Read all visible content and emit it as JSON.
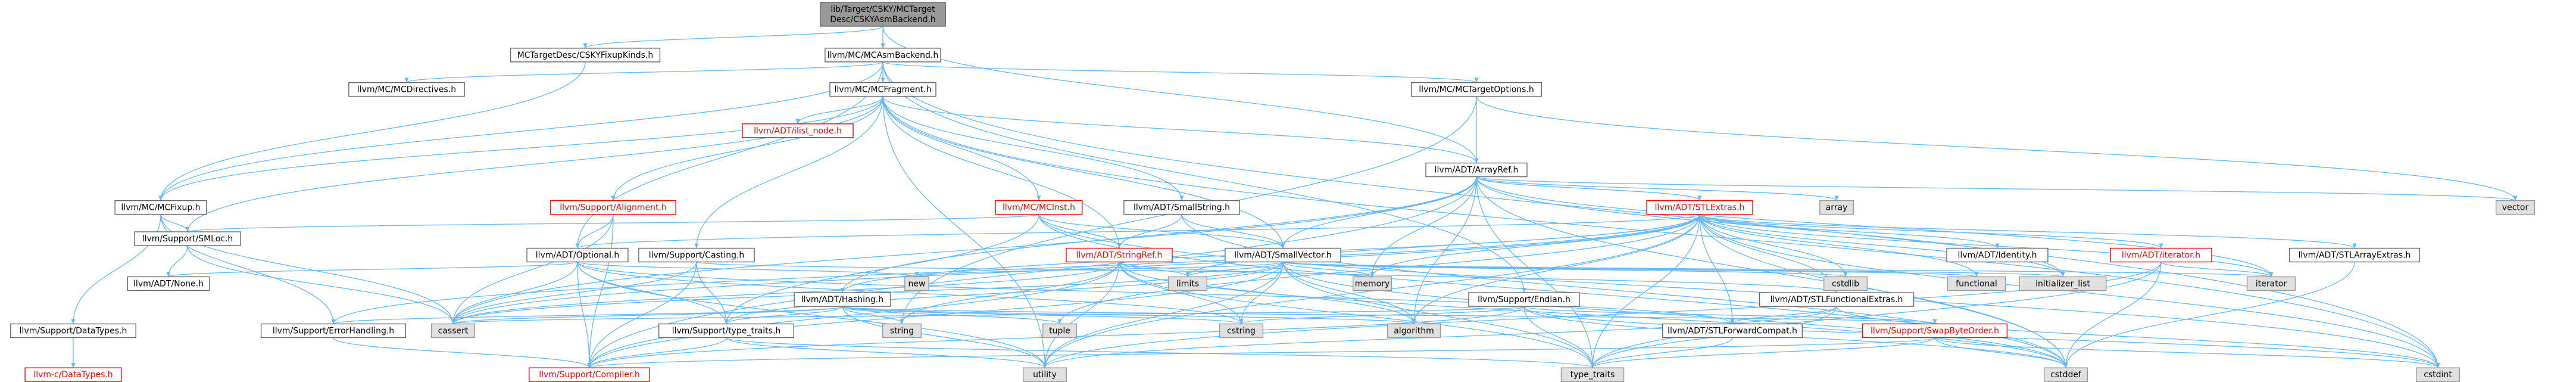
{
  "colors": {
    "root_fill": "#999999",
    "node_fill": "#ffffff",
    "node_stroke": "#666666",
    "std_fill": "#e0e0e0",
    "std_stroke": "#999999",
    "missing_stroke": "#ff0000",
    "edge": "#63b8ff"
  },
  "nodes": [
    {
      "id": "root",
      "lines": [
        "lib/Target/CSKY/MCTarget",
        "Desc/CSKYAsmBackend.h"
      ],
      "kind": "root"
    },
    {
      "id": "fixupkinds",
      "lines": [
        "MCTargetDesc/CSKYFixupKinds.h"
      ],
      "kind": "file"
    },
    {
      "id": "asmbackend",
      "lines": [
        "llvm/MC/MCAsmBackend.h"
      ],
      "kind": "file"
    },
    {
      "id": "mcdirectives",
      "lines": [
        "llvm/MC/MCDirectives.h"
      ],
      "kind": "file"
    },
    {
      "id": "mcfragment",
      "lines": [
        "llvm/MC/MCFragment.h"
      ],
      "kind": "file"
    },
    {
      "id": "targetoptions",
      "lines": [
        "llvm/MC/MCTargetOptions.h"
      ],
      "kind": "file"
    },
    {
      "id": "ilistnode",
      "lines": [
        "llvm/ADT/ilist_node.h"
      ],
      "kind": "missing"
    },
    {
      "id": "arrayref",
      "lines": [
        "llvm/ADT/ArrayRef.h"
      ],
      "kind": "file"
    },
    {
      "id": "mcfixup",
      "lines": [
        "llvm/MC/MCFixup.h"
      ],
      "kind": "file"
    },
    {
      "id": "alignment",
      "lines": [
        "llvm/Support/Alignment.h"
      ],
      "kind": "missing"
    },
    {
      "id": "mcinst",
      "lines": [
        "llvm/MC/MCInst.h"
      ],
      "kind": "missing"
    },
    {
      "id": "smallstring",
      "lines": [
        "llvm/ADT/SmallString.h"
      ],
      "kind": "file"
    },
    {
      "id": "stlextras",
      "lines": [
        "llvm/ADT/STLExtras.h"
      ],
      "kind": "missing"
    },
    {
      "id": "array",
      "lines": [
        "array"
      ],
      "kind": "std"
    },
    {
      "id": "vector",
      "lines": [
        "vector"
      ],
      "kind": "std"
    },
    {
      "id": "smloc",
      "lines": [
        "llvm/Support/SMLoc.h"
      ],
      "kind": "file"
    },
    {
      "id": "optional",
      "lines": [
        "llvm/ADT/Optional.h"
      ],
      "kind": "file"
    },
    {
      "id": "casting",
      "lines": [
        "llvm/Support/Casting.h"
      ],
      "kind": "file"
    },
    {
      "id": "stringref",
      "lines": [
        "llvm/ADT/StringRef.h"
      ],
      "kind": "missing"
    },
    {
      "id": "smallvector",
      "lines": [
        "llvm/ADT/SmallVector.h"
      ],
      "kind": "file"
    },
    {
      "id": "adtiterator",
      "lines": [
        "llvm/ADT/iterator.h"
      ],
      "kind": "missing"
    },
    {
      "id": "identity",
      "lines": [
        "llvm/ADT/Identity.h"
      ],
      "kind": "file"
    },
    {
      "id": "stlarrayextras",
      "lines": [
        "llvm/ADT/STLArrayExtras.h"
      ],
      "kind": "file"
    },
    {
      "id": "adtnone",
      "lines": [
        "llvm/ADT/None.h"
      ],
      "kind": "file"
    },
    {
      "id": "hashing",
      "lines": [
        "llvm/ADT/Hashing.h"
      ],
      "kind": "file"
    },
    {
      "id": "new",
      "lines": [
        "new"
      ],
      "kind": "std"
    },
    {
      "id": "limits",
      "lines": [
        "limits"
      ],
      "kind": "std"
    },
    {
      "id": "memory",
      "lines": [
        "memory"
      ],
      "kind": "std"
    },
    {
      "id": "cstdlib",
      "lines": [
        "cstdlib"
      ],
      "kind": "std"
    },
    {
      "id": "functional",
      "lines": [
        "functional"
      ],
      "kind": "std"
    },
    {
      "id": "initlist",
      "lines": [
        "initializer_list"
      ],
      "kind": "std"
    },
    {
      "id": "iteratorstd",
      "lines": [
        "iterator"
      ],
      "kind": "std"
    },
    {
      "id": "endian",
      "lines": [
        "llvm/Support/Endian.h"
      ],
      "kind": "file"
    },
    {
      "id": "stlfunctional",
      "lines": [
        "llvm/ADT/STLFunctionalExtras.h"
      ],
      "kind": "file"
    },
    {
      "id": "datatypes",
      "lines": [
        "llvm/Support/DataTypes.h"
      ],
      "kind": "file"
    },
    {
      "id": "errorhandling",
      "lines": [
        "llvm/Support/ErrorHandling.h"
      ],
      "kind": "file"
    },
    {
      "id": "cassert",
      "lines": [
        "cassert"
      ],
      "kind": "std"
    },
    {
      "id": "typetraits",
      "lines": [
        "llvm/Support/type_traits.h"
      ],
      "kind": "file"
    },
    {
      "id": "string",
      "lines": [
        "string"
      ],
      "kind": "std"
    },
    {
      "id": "tuple",
      "lines": [
        "tuple"
      ],
      "kind": "std"
    },
    {
      "id": "cstring",
      "lines": [
        "cstring"
      ],
      "kind": "std"
    },
    {
      "id": "algorithm",
      "lines": [
        "algorithm"
      ],
      "kind": "std"
    },
    {
      "id": "stlforward",
      "lines": [
        "llvm/ADT/STLForwardCompat.h"
      ],
      "kind": "file"
    },
    {
      "id": "swapbyte",
      "lines": [
        "llvm/Support/SwapByteOrder.h"
      ],
      "kind": "missing"
    },
    {
      "id": "cdatatypes",
      "lines": [
        "llvm-c/DataTypes.h"
      ],
      "kind": "missing"
    },
    {
      "id": "compiler",
      "lines": [
        "llvm/Support/Compiler.h"
      ],
      "kind": "missing"
    },
    {
      "id": "utility",
      "lines": [
        "utility"
      ],
      "kind": "std"
    },
    {
      "id": "typetraitsstd",
      "lines": [
        "type_traits"
      ],
      "kind": "std"
    },
    {
      "id": "cstddef",
      "lines": [
        "cstddef"
      ],
      "kind": "std"
    },
    {
      "id": "cstdint",
      "lines": [
        "cstdint"
      ],
      "kind": "std"
    }
  ],
  "edges": [
    [
      "root",
      "fixupkinds"
    ],
    [
      "root",
      "asmbackend"
    ],
    [
      "root",
      "arrayref"
    ],
    [
      "fixupkinds",
      "mcfixup"
    ],
    [
      "asmbackend",
      "mcdirectives"
    ],
    [
      "asmbackend",
      "mcfragment"
    ],
    [
      "asmbackend",
      "targetoptions"
    ],
    [
      "asmbackend",
      "mcfixup"
    ],
    [
      "asmbackend",
      "optional"
    ],
    [
      "asmbackend",
      "endian"
    ],
    [
      "asmbackend",
      "cstdint"
    ],
    [
      "mcfragment",
      "ilistnode"
    ],
    [
      "mcfragment",
      "arrayref"
    ],
    [
      "mcfragment",
      "smallstring"
    ],
    [
      "mcfragment",
      "smallvector"
    ],
    [
      "mcfragment",
      "stringref"
    ],
    [
      "mcfragment",
      "mcfixup"
    ],
    [
      "mcfragment",
      "mcinst"
    ],
    [
      "mcfragment",
      "alignment"
    ],
    [
      "mcfragment",
      "casting"
    ],
    [
      "mcfragment",
      "smloc"
    ],
    [
      "mcfragment",
      "cstdint"
    ],
    [
      "mcfragment",
      "utility"
    ],
    [
      "targetoptions",
      "arrayref"
    ],
    [
      "targetoptions",
      "string"
    ],
    [
      "targetoptions",
      "vector"
    ],
    [
      "arrayref",
      "hashing"
    ],
    [
      "arrayref",
      "smallvector"
    ],
    [
      "arrayref",
      "stlextras"
    ],
    [
      "arrayref",
      "compiler"
    ],
    [
      "arrayref",
      "algorithm"
    ],
    [
      "arrayref",
      "array"
    ],
    [
      "arrayref",
      "cassert"
    ],
    [
      "arrayref",
      "cstddef"
    ],
    [
      "arrayref",
      "initlist"
    ],
    [
      "arrayref",
      "iteratorstd"
    ],
    [
      "arrayref",
      "memory"
    ],
    [
      "arrayref",
      "typetraitsstd"
    ],
    [
      "arrayref",
      "vector"
    ],
    [
      "mcfixup",
      "datatypes"
    ],
    [
      "mcfixup",
      "errorhandling"
    ],
    [
      "mcfixup",
      "smloc"
    ],
    [
      "mcfixup",
      "cassert"
    ],
    [
      "alignment",
      "optional"
    ],
    [
      "alignment",
      "compiler"
    ],
    [
      "alignment",
      "cassert"
    ],
    [
      "mcinst",
      "smallvector"
    ],
    [
      "mcinst",
      "stringref"
    ],
    [
      "mcinst",
      "smloc"
    ],
    [
      "mcinst",
      "typetraits"
    ],
    [
      "mcinst",
      "cstddef"
    ],
    [
      "mcinst",
      "cstdint"
    ],
    [
      "smallstring",
      "smallvector"
    ],
    [
      "smallstring",
      "stringref"
    ],
    [
      "smallstring",
      "cstddef"
    ],
    [
      "stlextras",
      "hashing"
    ],
    [
      "stlextras",
      "stlforward"
    ],
    [
      "stlextras",
      "stlarrayextras"
    ],
    [
      "stlextras",
      "stlfunctional"
    ],
    [
      "stlextras",
      "adtiterator"
    ],
    [
      "stlextras",
      "identity"
    ],
    [
      "stlextras",
      "optional"
    ],
    [
      "stlextras",
      "errorhandling"
    ],
    [
      "stlextras",
      "algorithm"
    ],
    [
      "stlextras",
      "cassert"
    ],
    [
      "stlextras",
      "cstddef"
    ],
    [
      "stlextras",
      "cstdint"
    ],
    [
      "stlextras",
      "cstdlib"
    ],
    [
      "stlextras",
      "functional"
    ],
    [
      "stlextras",
      "initlist"
    ],
    [
      "stlextras",
      "iteratorstd"
    ],
    [
      "stlextras",
      "limits"
    ],
    [
      "stlextras",
      "memory"
    ],
    [
      "stlextras",
      "tuple"
    ],
    [
      "stlextras",
      "typetraitsstd"
    ],
    [
      "stlextras",
      "utility"
    ],
    [
      "smloc",
      "adtnone"
    ],
    [
      "smloc",
      "cassert"
    ],
    [
      "optional",
      "adtnone"
    ],
    [
      "optional",
      "stlforward"
    ],
    [
      "optional",
      "compiler"
    ],
    [
      "optional",
      "typetraits"
    ],
    [
      "optional",
      "cassert"
    ],
    [
      "optional",
      "cstring"
    ],
    [
      "optional",
      "new"
    ],
    [
      "optional",
      "utility"
    ],
    [
      "casting",
      "compiler"
    ],
    [
      "casting",
      "typetraits"
    ],
    [
      "casting",
      "cassert"
    ],
    [
      "casting",
      "memory"
    ],
    [
      "stringref",
      "stlfunctional"
    ],
    [
      "stringref",
      "compiler"
    ],
    [
      "stringref",
      "algorithm"
    ],
    [
      "stringref",
      "cassert"
    ],
    [
      "stringref",
      "cstddef"
    ],
    [
      "stringref",
      "cstring"
    ],
    [
      "stringref",
      "limits"
    ],
    [
      "stringref",
      "string"
    ],
    [
      "stringref",
      "typetraitsstd"
    ],
    [
      "stringref",
      "utility"
    ],
    [
      "smallvector",
      "compiler"
    ],
    [
      "smallvector",
      "typetraits"
    ],
    [
      "smallvector",
      "algorithm"
    ],
    [
      "smallvector",
      "cassert"
    ],
    [
      "smallvector",
      "cstddef"
    ],
    [
      "smallvector",
      "cstdlib"
    ],
    [
      "smallvector",
      "cstring"
    ],
    [
      "smallvector",
      "functional"
    ],
    [
      "smallvector",
      "initlist"
    ],
    [
      "smallvector",
      "iteratorstd"
    ],
    [
      "smallvector",
      "limits"
    ],
    [
      "smallvector",
      "memory"
    ],
    [
      "smallvector",
      "new"
    ],
    [
      "smallvector",
      "typetraitsstd"
    ],
    [
      "smallvector",
      "utility"
    ],
    [
      "adtiterator",
      "iteratorstd"
    ],
    [
      "adtiterator",
      "cstddef"
    ],
    [
      "adtiterator",
      "typetraitsstd"
    ],
    [
      "adtiterator",
      "utility"
    ],
    [
      "stlarrayextras",
      "cstddef"
    ],
    [
      "hashing",
      "errorhandling"
    ],
    [
      "hashing",
      "swapbyte"
    ],
    [
      "hashing",
      "typetraits"
    ],
    [
      "hashing",
      "algorithm"
    ],
    [
      "hashing",
      "cassert"
    ],
    [
      "hashing",
      "cstring"
    ],
    [
      "hashing",
      "string"
    ],
    [
      "hashing",
      "tuple"
    ],
    [
      "hashing",
      "utility"
    ],
    [
      "endian",
      "compiler"
    ],
    [
      "endian",
      "swapbyte"
    ],
    [
      "endian",
      "cassert"
    ],
    [
      "endian",
      "cstddef"
    ],
    [
      "endian",
      "cstdint"
    ],
    [
      "endian",
      "cstring"
    ],
    [
      "endian",
      "typetraitsstd"
    ],
    [
      "stlfunctional",
      "stlforward"
    ],
    [
      "stlfunctional",
      "cstdint"
    ],
    [
      "stlfunctional",
      "typetraitsstd"
    ],
    [
      "stlfunctional",
      "utility"
    ],
    [
      "datatypes",
      "cdatatypes"
    ],
    [
      "errorhandling",
      "compiler"
    ],
    [
      "typetraits",
      "compiler"
    ],
    [
      "typetraits",
      "typetraitsstd"
    ],
    [
      "typetraits",
      "utility"
    ],
    [
      "stlforward",
      "typetraitsstd"
    ],
    [
      "swapbyte",
      "compiler"
    ],
    [
      "swapbyte",
      "cstddef"
    ],
    [
      "swapbyte",
      "cstdint"
    ],
    [
      "swapbyte",
      "typetraitsstd"
    ]
  ]
}
